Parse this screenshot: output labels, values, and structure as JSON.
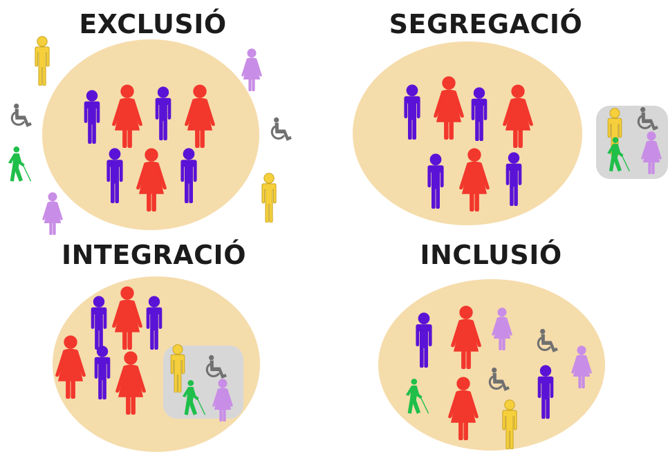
{
  "panels": {
    "exclusion": {
      "title": "EXCLUSIÓ"
    },
    "segregation": {
      "title": "SEGREGACIÓ"
    },
    "integration": {
      "title": "INTEGRACIÓ"
    },
    "inclusion": {
      "title": "INCLUSIÓ"
    }
  },
  "colors": {
    "circle": "#f5dcab",
    "group_box": "#d7d7d7",
    "man": "#5a13d6",
    "woman": "#f2372c",
    "yellow_person": "#f5d03c",
    "yellow_outline": "#c9a31e",
    "purple_woman": "#c88de6",
    "wheelchair": "#707070",
    "blind_person": "#1fbf4a"
  },
  "icons": {
    "man": "man-icon",
    "woman": "woman-icon",
    "person": "yellow-person-icon",
    "wheelchair": "wheelchair-icon",
    "blind": "blind-person-icon",
    "purple_woman": "purple-woman-icon"
  }
}
